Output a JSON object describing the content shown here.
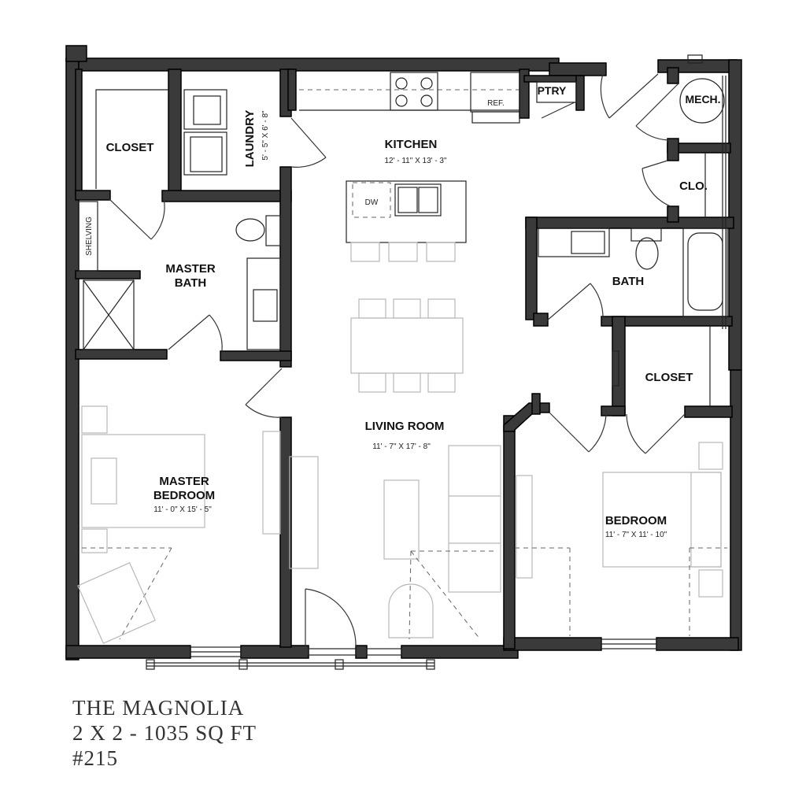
{
  "plan_name": "THE MAGNOLIA",
  "plan_spec": "2 X 2 - 1035 SQ FT",
  "unit_number": "#215",
  "rooms": {
    "kitchen": {
      "label": "KITCHEN",
      "dims": "12' - 11\" X 13' - 3\""
    },
    "living": {
      "label": "LIVING ROOM",
      "dims": "11' - 7\" X 17' - 8\""
    },
    "master_bedroom": {
      "label_1": "MASTER",
      "label_2": "BEDROOM",
      "dims": "11' - 0\" X 15' - 5\""
    },
    "bedroom": {
      "label": "BEDROOM",
      "dims": "11' - 7\" X 11' - 10\""
    },
    "master_bath": {
      "label_1": "MASTER",
      "label_2": "BATH"
    },
    "bath": {
      "label": "BATH"
    },
    "laundry": {
      "label": "LAUNDRY",
      "dims": "5' - 5\" X 6' - 8\""
    },
    "closet_master": {
      "label": "CLOSET"
    },
    "closet_bedroom": {
      "label": "CLOSET"
    },
    "closet_small": {
      "label": "CLO."
    },
    "mech": {
      "label": "MECH."
    },
    "pantry": {
      "label": "PTRY"
    },
    "shelving": {
      "label": "SHELVING"
    }
  },
  "fixtures": {
    "refrigerator": "REF.",
    "dishwasher": "DW"
  }
}
